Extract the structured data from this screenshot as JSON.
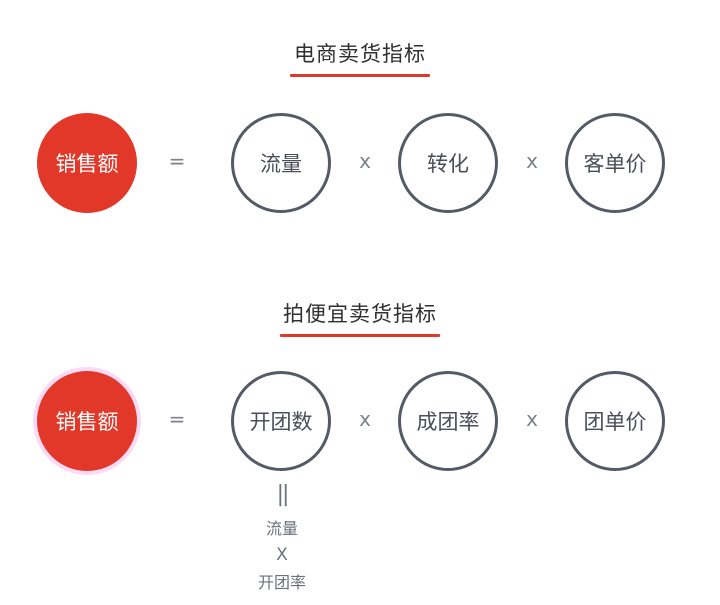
{
  "section1": {
    "title": "电商卖货指标",
    "result": "销售额",
    "equals": "=",
    "factors": [
      "流量",
      "转化",
      "客单价"
    ],
    "operator": "x"
  },
  "section2": {
    "title": "拍便宜卖货指标",
    "result": "销售额",
    "equals": "=",
    "factors": [
      "开团数",
      "成团率",
      "团单价"
    ],
    "operator": "x",
    "breakdown": {
      "symbol": "||",
      "term1": "流量",
      "operator": "X",
      "term2": "开团率"
    }
  },
  "colors": {
    "accent": "#e2382a",
    "outline": "#555b66",
    "underline": "#d93a2b"
  }
}
